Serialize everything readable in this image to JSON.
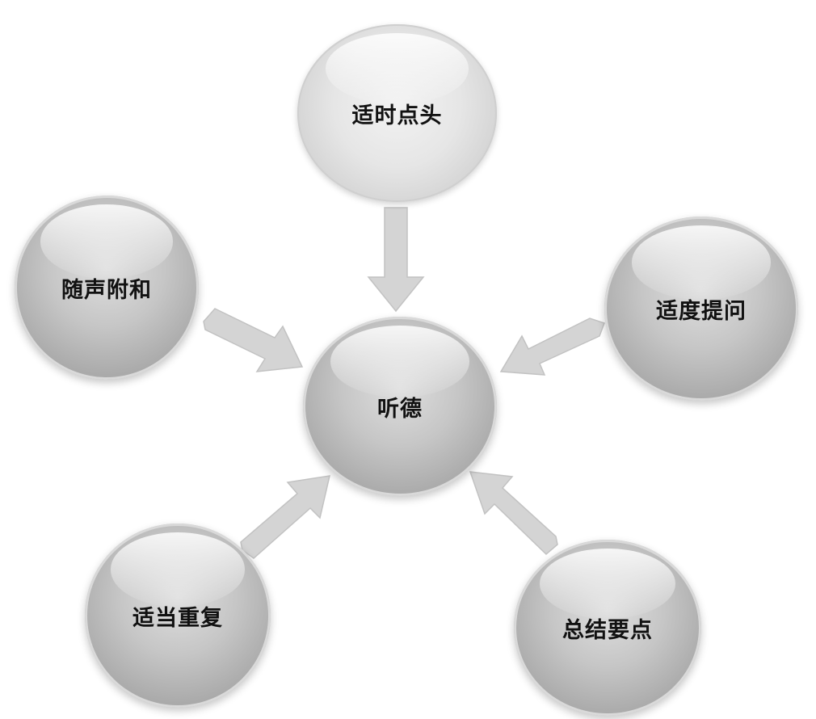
{
  "diagram": {
    "center": {
      "label": "听德"
    },
    "nodes": [
      {
        "id": "top",
        "label": "适时点头"
      },
      {
        "id": "left",
        "label": "随声附和"
      },
      {
        "id": "right",
        "label": "适度提问"
      },
      {
        "id": "bottom-left",
        "label": "适当重复"
      },
      {
        "id": "bottom-right",
        "label": "总结要点"
      }
    ],
    "arrows": [
      {
        "from": "适时点头",
        "to": "听德"
      },
      {
        "from": "随声附和",
        "to": "听德"
      },
      {
        "from": "适度提问",
        "to": "听德"
      },
      {
        "from": "适当重复",
        "to": "听德"
      },
      {
        "from": "总结要点",
        "to": "听德"
      }
    ],
    "colors": {
      "orb_light": "#e6e6e6",
      "orb_dark": "#b0b0b0",
      "arrow": "#d4d4d4",
      "text": "#111111"
    }
  }
}
